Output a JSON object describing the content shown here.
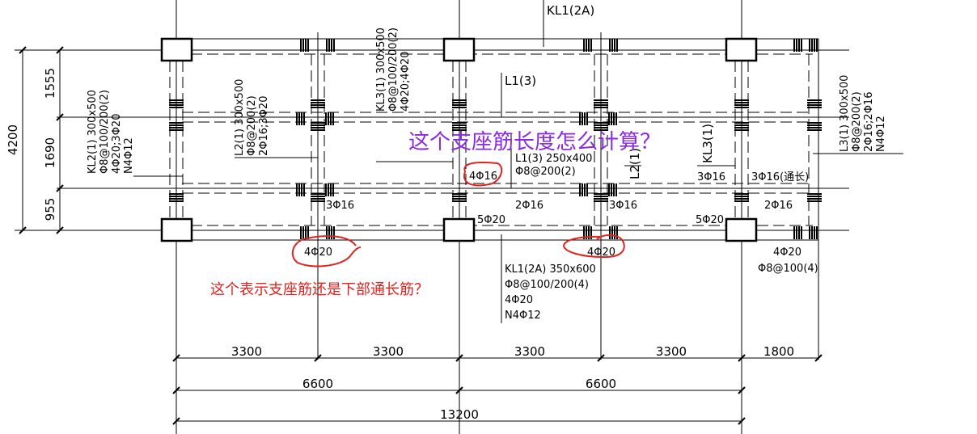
{
  "drawing": {
    "type": "beam reinforcement plan",
    "beams": {
      "kl1_top": "KL1(2A)",
      "kl1_bottom": {
        "name": "KL1(2A) 350x600",
        "stirrup": "Φ8@100/200(4)",
        "top_bars": "4Φ20",
        "side_bars": "N4Φ12"
      },
      "kl2": {
        "name": "KL2(1) 300x500",
        "stirrup": "Φ8@100/200(2)",
        "bars": "4Φ20;3Φ20",
        "side_bars": "N4Φ12"
      },
      "l2_left": {
        "name": "L2(1) 300x500",
        "stirrup": "Φ8@200(2)",
        "bars": "2Φ16;3Φ20"
      },
      "kl3_mid": {
        "name": "KL3(1) 300x500",
        "stirrup": "Φ8@100/200(2)",
        "bars": "4Φ20;4Φ20"
      },
      "l1": {
        "label": "L1(3)",
        "name": "L1(3) 250x400",
        "stirrup": "Φ8@200(2)",
        "bars": "2Φ16"
      },
      "l2_right": "L2(1)",
      "kl3_right": "KL3(1)",
      "l3": {
        "name": "L3(1) 300x500",
        "stirrup": "Φ8@200(2)",
        "bars": "2Φ16;2Φ16",
        "side_bars": "N4Φ12"
      }
    },
    "rebar_labels": {
      "support_l1": "4Φ16",
      "b_3p16_left": "3Φ16",
      "b_3p16_mid": "3Φ16",
      "b_3p16_right": "3Φ16",
      "b_3p16_through": "3Φ16(通长)",
      "b_2p16": "2Φ16",
      "b_5p20_left": "5Φ20",
      "b_5p20_right": "5Φ20",
      "bottom_4p20_left": "4Φ20",
      "bottom_4p20_mid": "4Φ20",
      "cant_4p20": "4Φ20",
      "cant_stirrup": "Φ8@100(4)"
    },
    "dimensions": {
      "vertical": {
        "total": "4200",
        "parts": [
          "1555",
          "1690",
          "955"
        ]
      },
      "horizontal_spans": [
        "3300",
        "3300",
        "3300",
        "3300",
        "1800"
      ],
      "horizontal_bays": [
        "6600",
        "6600"
      ],
      "horizontal_total": "13200"
    }
  },
  "annotations": {
    "question_purple": "这个支座筋长度怎么计算？",
    "question_red": "这个表示支座筋还是下部通长筋？"
  },
  "colors": {
    "line": "#000000",
    "annotation_purple": "#8a2be2",
    "annotation_red": "#e0231f"
  }
}
